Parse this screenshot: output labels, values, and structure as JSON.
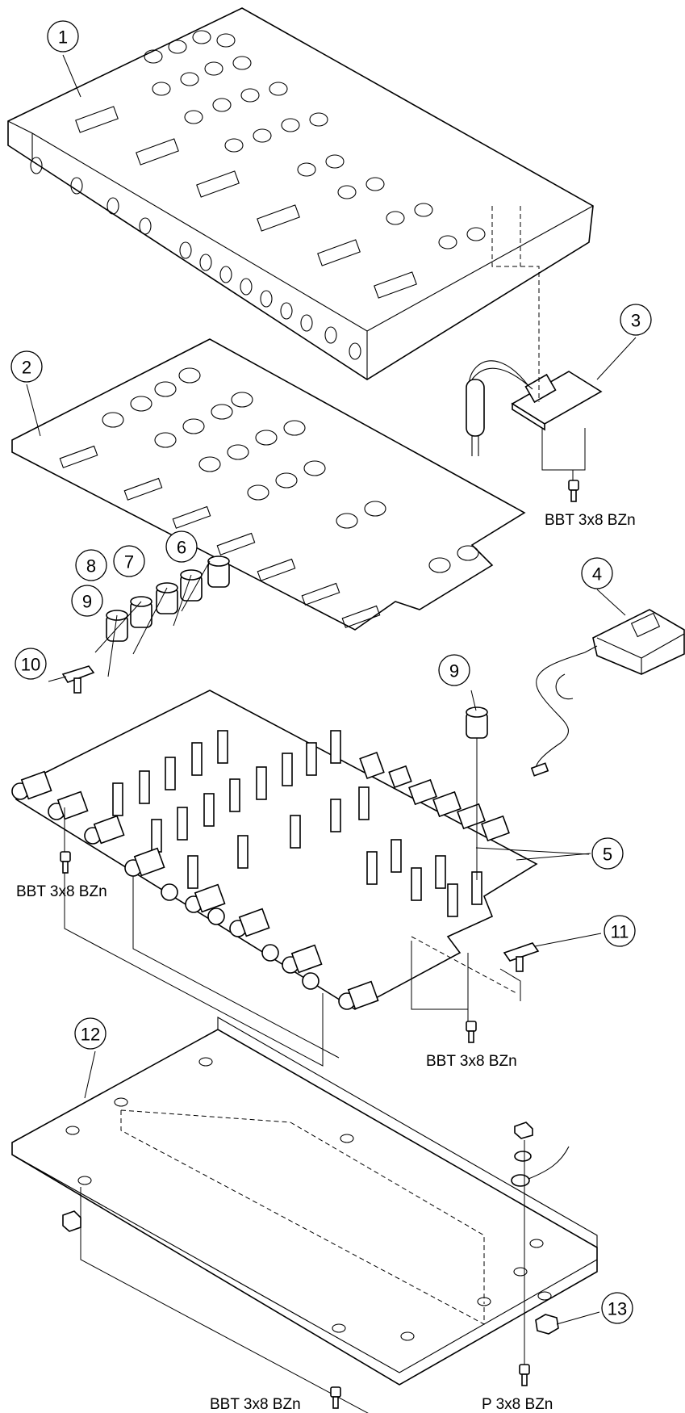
{
  "callouts": [
    {
      "id": "1",
      "label": "1"
    },
    {
      "id": "2",
      "label": "2"
    },
    {
      "id": "3",
      "label": "3"
    },
    {
      "id": "4",
      "label": "4"
    },
    {
      "id": "5",
      "label": "5"
    },
    {
      "id": "6",
      "label": "6"
    },
    {
      "id": "7",
      "label": "7"
    },
    {
      "id": "8",
      "label": "8"
    },
    {
      "id": "9a",
      "label": "9"
    },
    {
      "id": "9b",
      "label": "9"
    },
    {
      "id": "10",
      "label": "10"
    },
    {
      "id": "11",
      "label": "11"
    },
    {
      "id": "12",
      "label": "12"
    },
    {
      "id": "13",
      "label": "13"
    }
  ],
  "screw_labels": {
    "jack_board": "BBT 3x8 BZn",
    "main_pcb_left": "BBT 3x8 BZn",
    "main_pcb_bottom": "BBT 3x8 BZn",
    "bottom_panel": "BBT 3x8 BZn",
    "ground": "P 3x8 BZn"
  }
}
